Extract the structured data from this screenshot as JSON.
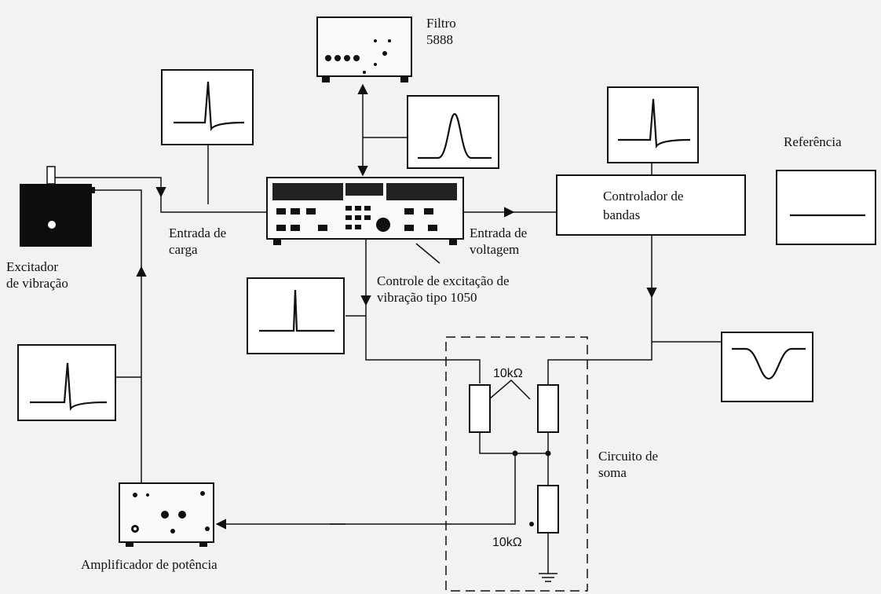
{
  "labels": {
    "filter": "Filtro 5888",
    "filter_line1": "Filtro",
    "filter_line2": "5888",
    "reference": "Referência",
    "band_controller_line1": "Controlador de",
    "band_controller_line2": "bandas",
    "load_input_line1": "Entrada de",
    "load_input_line2": "carga",
    "voltage_input_line1": "Entrada de",
    "voltage_input_line2": "voltagem",
    "exciter_line1": "Excitador",
    "exciter_line2": "de vibração",
    "controller_line1": "Controle de excitação de",
    "controller_line2": "vibração tipo 1050",
    "sum_circuit_line1": "Circuito de",
    "sum_circuit_line2": "soma",
    "resistor_top": "10kΩ",
    "resistor_bottom": "10kΩ",
    "amplifier": "Amplificador de potência"
  },
  "scopes": [
    {
      "id": "scope-load-input",
      "waveform": "sharp-peak-with-dip"
    },
    {
      "id": "scope-filter-output",
      "waveform": "gaussian-peak"
    },
    {
      "id": "scope-band-controller",
      "waveform": "sharp-peak-with-dip"
    },
    {
      "id": "scope-reference",
      "waveform": "flat-line"
    },
    {
      "id": "scope-controller-output",
      "waveform": "sharp-spike"
    },
    {
      "id": "scope-sum-input",
      "waveform": "gaussian-dip"
    },
    {
      "id": "scope-amplifier-output",
      "waveform": "sharp-peak-with-dip"
    }
  ],
  "colors": {
    "line": "#111111",
    "panel": "#ffffff",
    "background": "#f2f2f2"
  }
}
